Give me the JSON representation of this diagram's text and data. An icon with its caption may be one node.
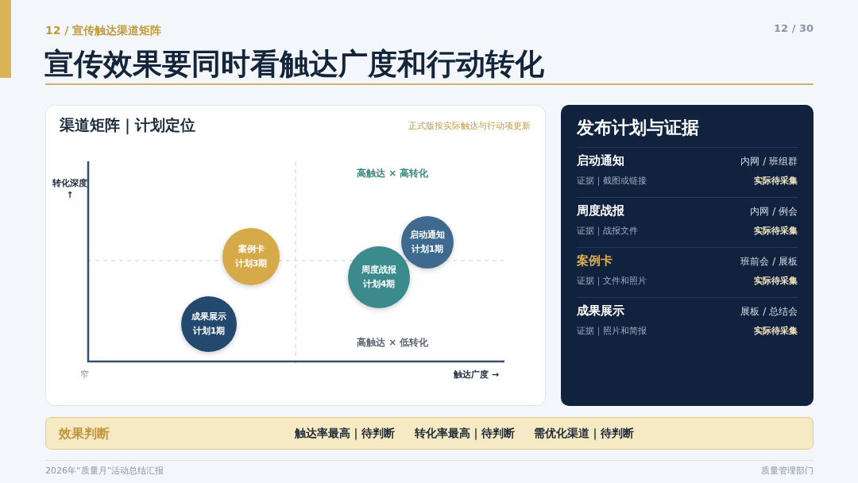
{
  "diagram": {
    "title": "宣传效果要同时看触达广度和行动转化",
    "nodes": [
      {
        "text": [
          "渠道矩阵｜计划定位",
          "正式版按实际触达与行动项更新"
        ]
      },
      {
        "text": [
          "案例卡",
          "计划3期"
        ],
        "in": 0
      },
      {
        "text": [
          "成果展示",
          "计划1期"
        ],
        "in": 0
      },
      {
        "text": [
          "周度战报",
          "计划4期"
        ],
        "in": 0
      },
      {
        "text": [
          "启动通知",
          "计划1期"
        ],
        "in": 0
      },
      {
        "text": [
          "发布计划与证据"
        ]
      },
      {
        "text": [
          "效果判断"
        ]
      }
    ],
    "labels": [
      "12 / 宣传触达渠道矩阵",
      "12 / 30",
      "转化深度 ↑",
      "高触达 × 高转化",
      "高触达 × 低转化",
      "窄",
      "触达广度 →",
      "启动通知",
      "内网 / 班组群",
      "证据｜截图或链接",
      "实际待采集",
      "周度战报",
      "内网 / 例会",
      "证据｜战报文件",
      "实际待采集",
      "案例卡",
      "班前会 / 展板",
      "证据｜文件和照片",
      "实际待采集",
      "成果展示",
      "展板 / 总结会",
      "证据｜照片和简报",
      "实际待采集",
      "触达率最高｜待判断",
      "转化率最高｜待判断",
      "需优化渠道｜待判断",
      "2026年“质量月”活动总结汇报",
      "质量管理部门"
    ]
  }
}
